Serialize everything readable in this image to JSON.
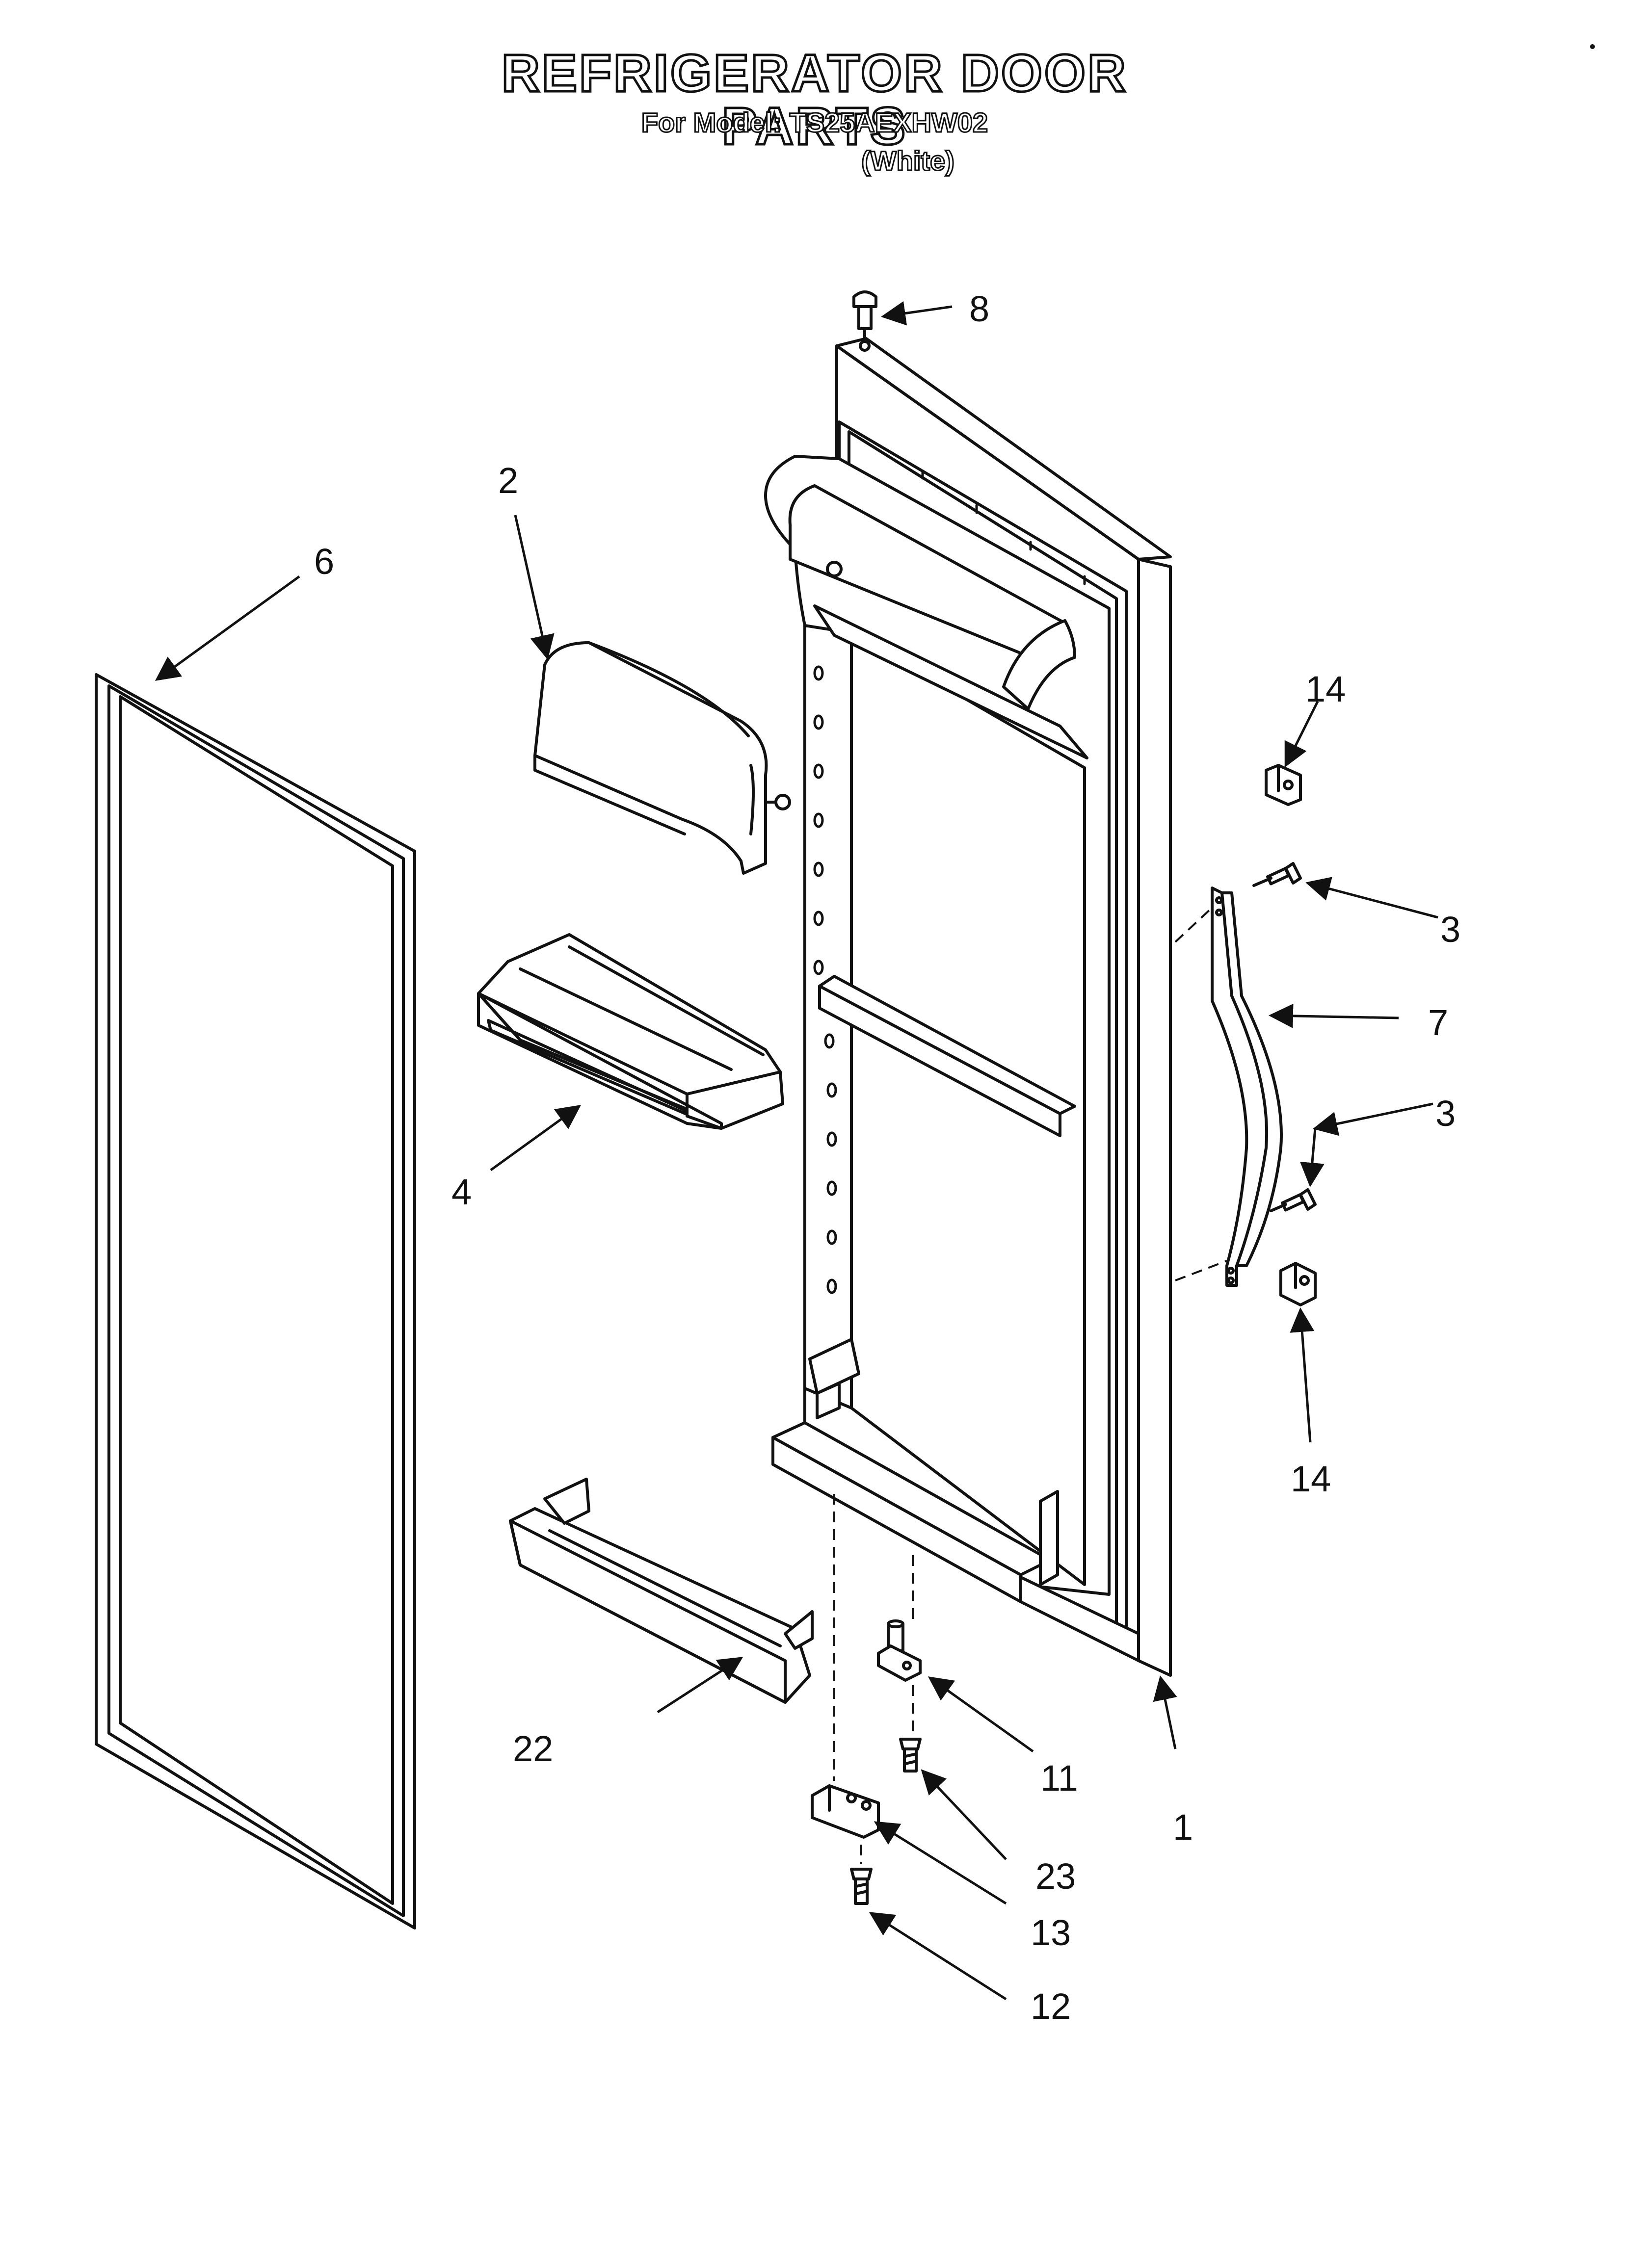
{
  "header": {
    "title": "REFRIGERATOR DOOR PARTS",
    "model_line": "For Model: TS25AEXHW02",
    "variant": "(White)"
  },
  "callouts": {
    "door": "1",
    "dairy_cover": "2",
    "handle_screw_top": "3",
    "handle_screw_bottom": "3",
    "bottle_bin": "4",
    "gasket": "6",
    "handle": "7",
    "hinge_plug": "8",
    "hinge_pin": "11",
    "hinge_screw": "12",
    "bottom_hinge": "13",
    "handle_clip_top": "14",
    "handle_clip_bottom": "14",
    "bottom_shelf": "22",
    "pin_screw": "23"
  }
}
